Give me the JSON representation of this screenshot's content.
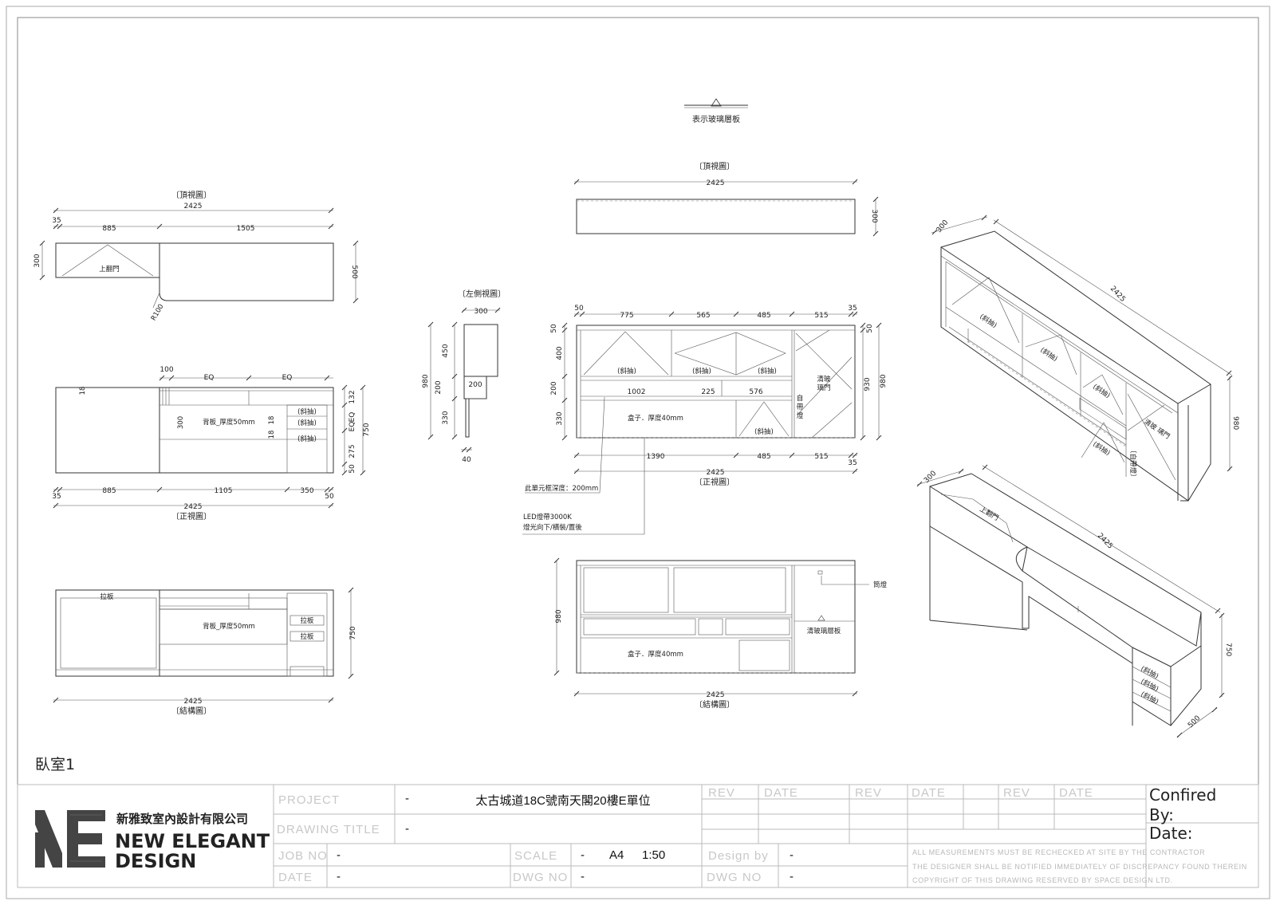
{
  "legend": {
    "glass_shelf_note": "表示玻璃層板"
  },
  "room_label": "臥室1",
  "views": {
    "top_view": "〔頂視圖〕",
    "front_view": "〔正視圖〕",
    "structure_view": "〔結構圖〕",
    "left_side_view": "〔左側視圖〕"
  },
  "desk": {
    "top": {
      "overall": "2425",
      "seg_left": "885",
      "seg_right": "1505",
      "edge": "35",
      "depth_left": "300",
      "depth_right": "500",
      "radius": "R100",
      "flip_door": "上翻門"
    },
    "front": {
      "top_dims": [
        "100",
        "EQ",
        "EQ"
      ],
      "thick": "18",
      "backboard": "背板_厚度50mm",
      "backboard_h": "300",
      "drawer": "(斜抽)",
      "right_dims": [
        "EQ",
        "132",
        "EQ",
        "275",
        "50"
      ],
      "height": "750",
      "bottom_dims": [
        "35",
        "885",
        "1105",
        "350",
        "50"
      ],
      "overall": "2425"
    },
    "structure": {
      "pull_board": "拉板",
      "backboard": "背板_厚度50mm",
      "height": "750",
      "overall": "2425"
    }
  },
  "side": {
    "width": "300",
    "dims_left": [
      "450",
      "200",
      "330"
    ],
    "total": "980",
    "inner": "200",
    "bottom": "40"
  },
  "cabinet": {
    "top": {
      "overall": "2425",
      "depth": "300"
    },
    "front": {
      "top_dims": [
        "50",
        "775",
        "565",
        "485",
        "515",
        "35"
      ],
      "left_dims": [
        "50",
        "400",
        "200",
        "330"
      ],
      "right_dims": [
        "50",
        "930",
        "980"
      ],
      "mid_dims": [
        "1002",
        "225",
        "576"
      ],
      "bottom_dims": [
        "1390",
        "485",
        "515",
        "35"
      ],
      "overall": "2425",
      "drawer": "(斜抽)",
      "box": "盒子．厚度40mm",
      "glass_door": "清玻\n璃門",
      "auto_light": "自\n帶\n燈",
      "auto_light_bracket": "〔自帶燈〕"
    },
    "notes": {
      "frame_depth": "此單元框深度：200mm",
      "led_line1": "LED燈帶3000K",
      "led_line2": "燈光向下/橫裝/置後"
    },
    "structure": {
      "height": "980",
      "overall": "2425",
      "box": "盒子．厚度40mm",
      "spotlight": "筒燈",
      "glass_shelf": "清玻璃層板"
    }
  },
  "iso": {
    "upper": {
      "depth": "300",
      "length": "2425",
      "height": "980",
      "drawer": "(斜抽)",
      "glass_door": "清玻 璃門",
      "auto_light": "〔自帶燈〕"
    },
    "lower": {
      "depth": "300",
      "length": "2425",
      "height": "750",
      "width": "500",
      "flip_door": "上翻門",
      "drawer": "(斜抽)"
    }
  },
  "title_block": {
    "company_cn": "新雅致室內設計有限公司",
    "company_en1": "NEW ELEGANT",
    "company_en2": "DESIGN",
    "project_label": "PROJECT",
    "project_dash": "-",
    "project_value": "太古城道18C號南天閣20樓E單位",
    "drawing_title_label": "DRAWING TITLE",
    "drawing_title_value": "-",
    "job_no_label": "JOB NO",
    "job_no_value": "-",
    "scale_label": "SCALE",
    "scale_dash": "-",
    "scale_paper": "A4",
    "scale_value": "1:50",
    "date_label": "DATE",
    "date_value": "-",
    "dwg_no_label": "DWG NO",
    "dwg_no_value": "-",
    "rev_labels": [
      "REV",
      "DATE",
      "REV",
      "DATE",
      "REV",
      "DATE"
    ],
    "design_by_label": "Design by",
    "design_by_value": "-",
    "dwg_no2_label": "DWG NO",
    "dwg_no2_value": "-",
    "confirmed": "Confired",
    "by": "By:",
    "date2": "Date:",
    "note1": "ALL MEASUREMENTS MUST BE RECHECKED AT SITE BY THE CONTRACTOR",
    "note2": "THE DESIGNER SHALL BE NOTIFIED IMMEDIATELY OF DISCREPANCY FOUND THEREIN",
    "note3": "COPYRIGHT OF THIS DRAWING RESERVED BY SPACE DESIGN LTD."
  }
}
